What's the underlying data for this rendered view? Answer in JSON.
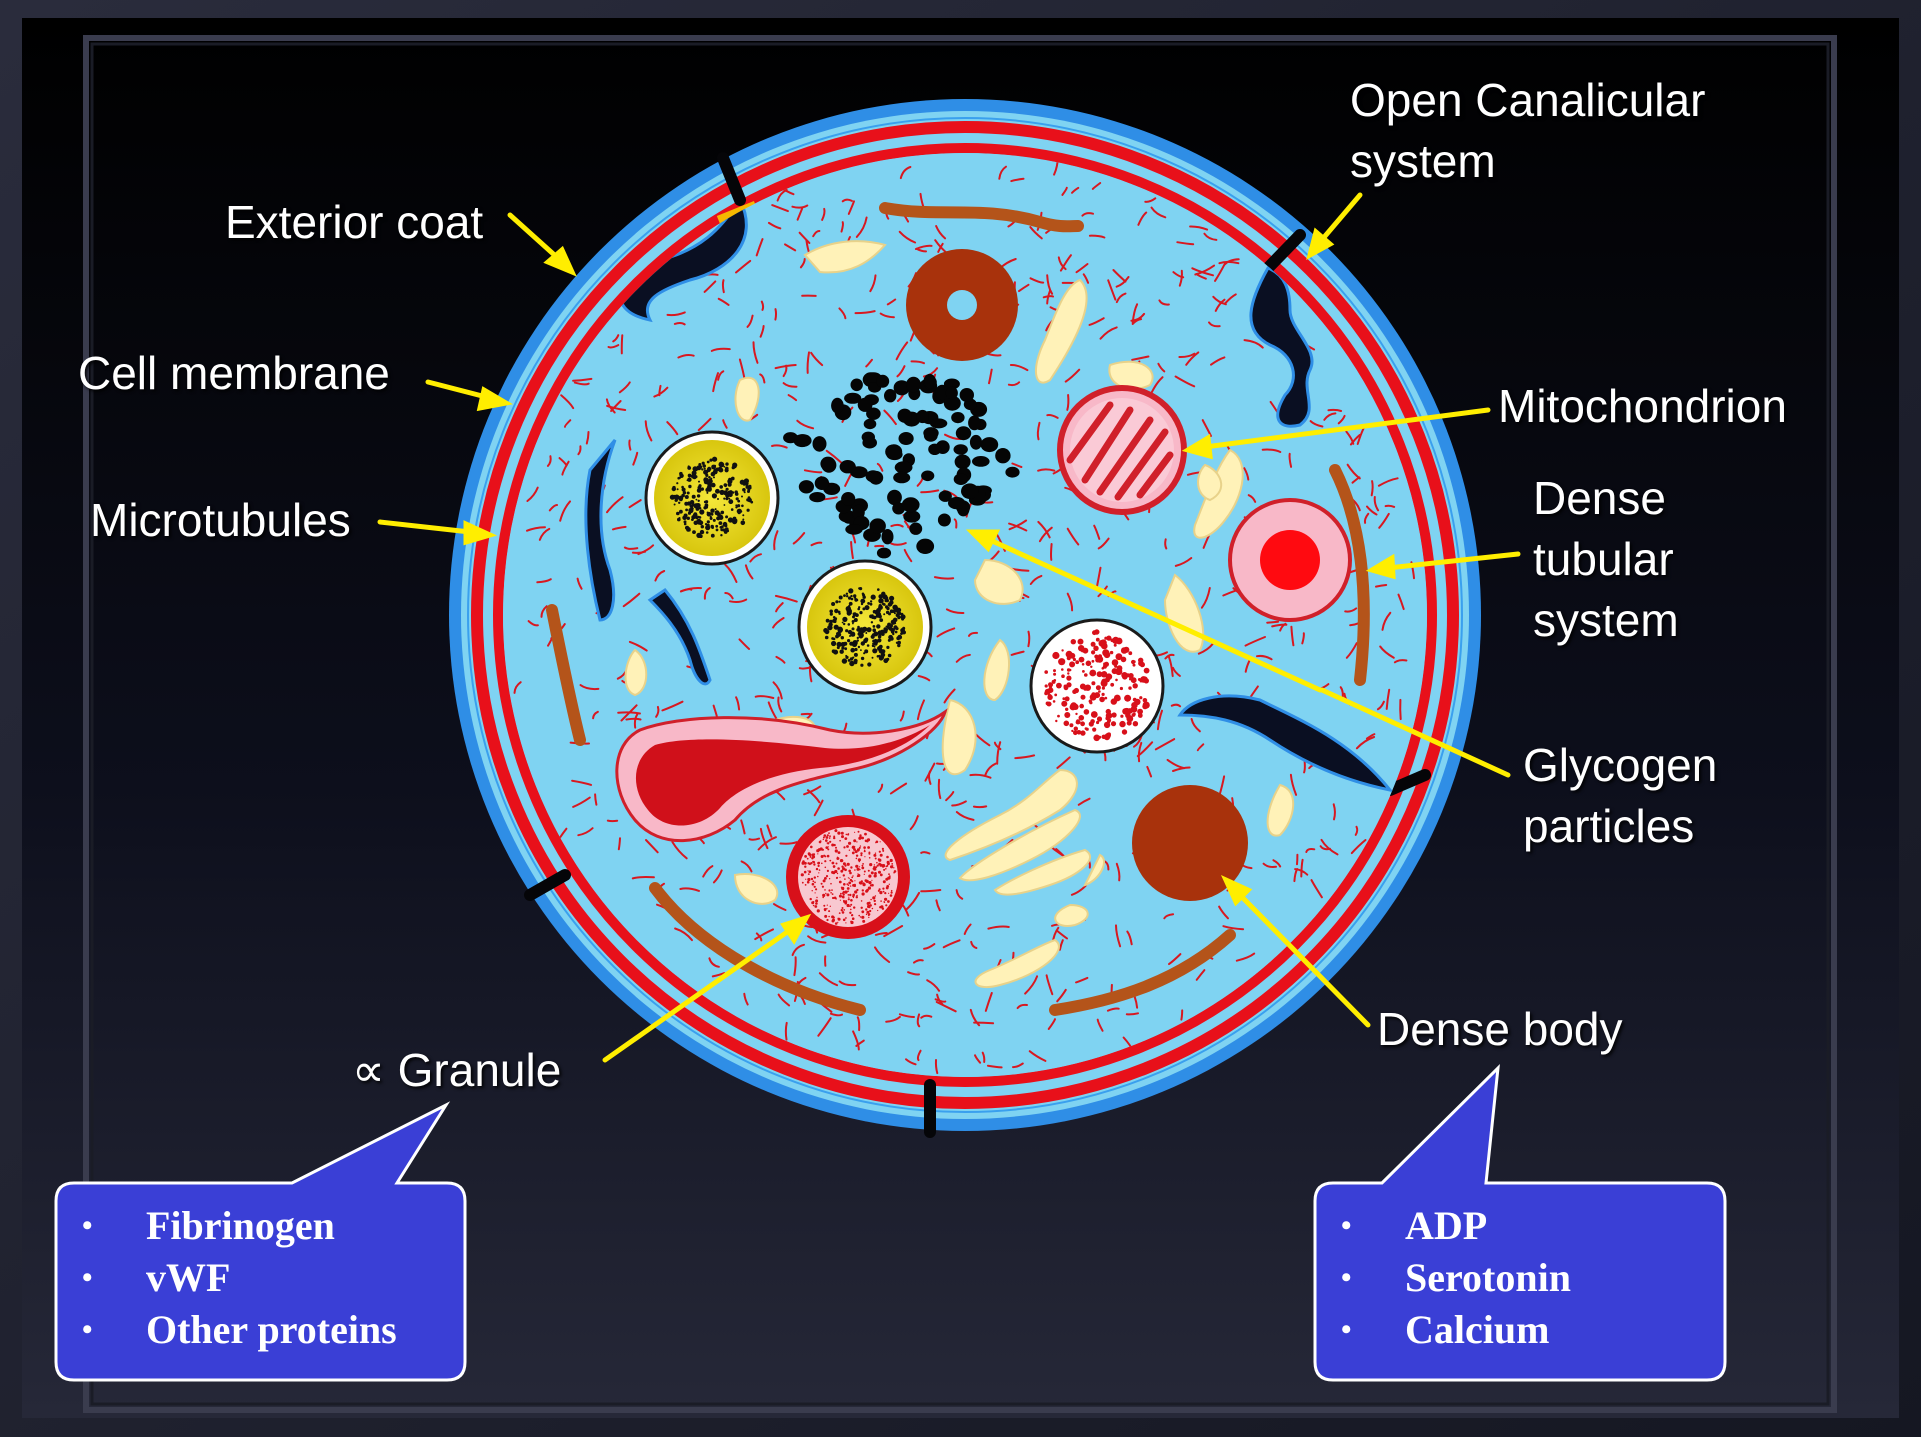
{
  "labels": {
    "exterior_coat": "Exterior coat",
    "cell_membrane": "Cell membrane",
    "microtubules": "Microtubules",
    "open_canalicular_line1": "Open Canalicular",
    "open_canalicular_line2": "system",
    "mitochondrion": "Mitochondrion",
    "dense_tubular_line1": "Dense",
    "dense_tubular_line2": "tubular",
    "dense_tubular_line3": "system",
    "glycogen_line1": "Glycogen",
    "glycogen_line2": "particles",
    "dense_body": "Dense body",
    "alpha_granule": "∝ Granule"
  },
  "callouts": {
    "alpha_granule": [
      "Fibrinogen",
      "vWF",
      "Other proteins"
    ],
    "dense_body": [
      "ADP",
      "Serotonin",
      "Calcium"
    ]
  },
  "colors": {
    "background": "#050508",
    "cytoplasm": "#7fd3f2",
    "outer_coat": "#2f8ee6",
    "membrane": "#e8101a",
    "arrow": "#ffee00",
    "callout_fill": "#3a3fd6",
    "dense_body": "#a8320c",
    "granule_yellow": "#f2e21a",
    "glycogen": "#050505",
    "pale_organelle": "#fff2b8"
  }
}
